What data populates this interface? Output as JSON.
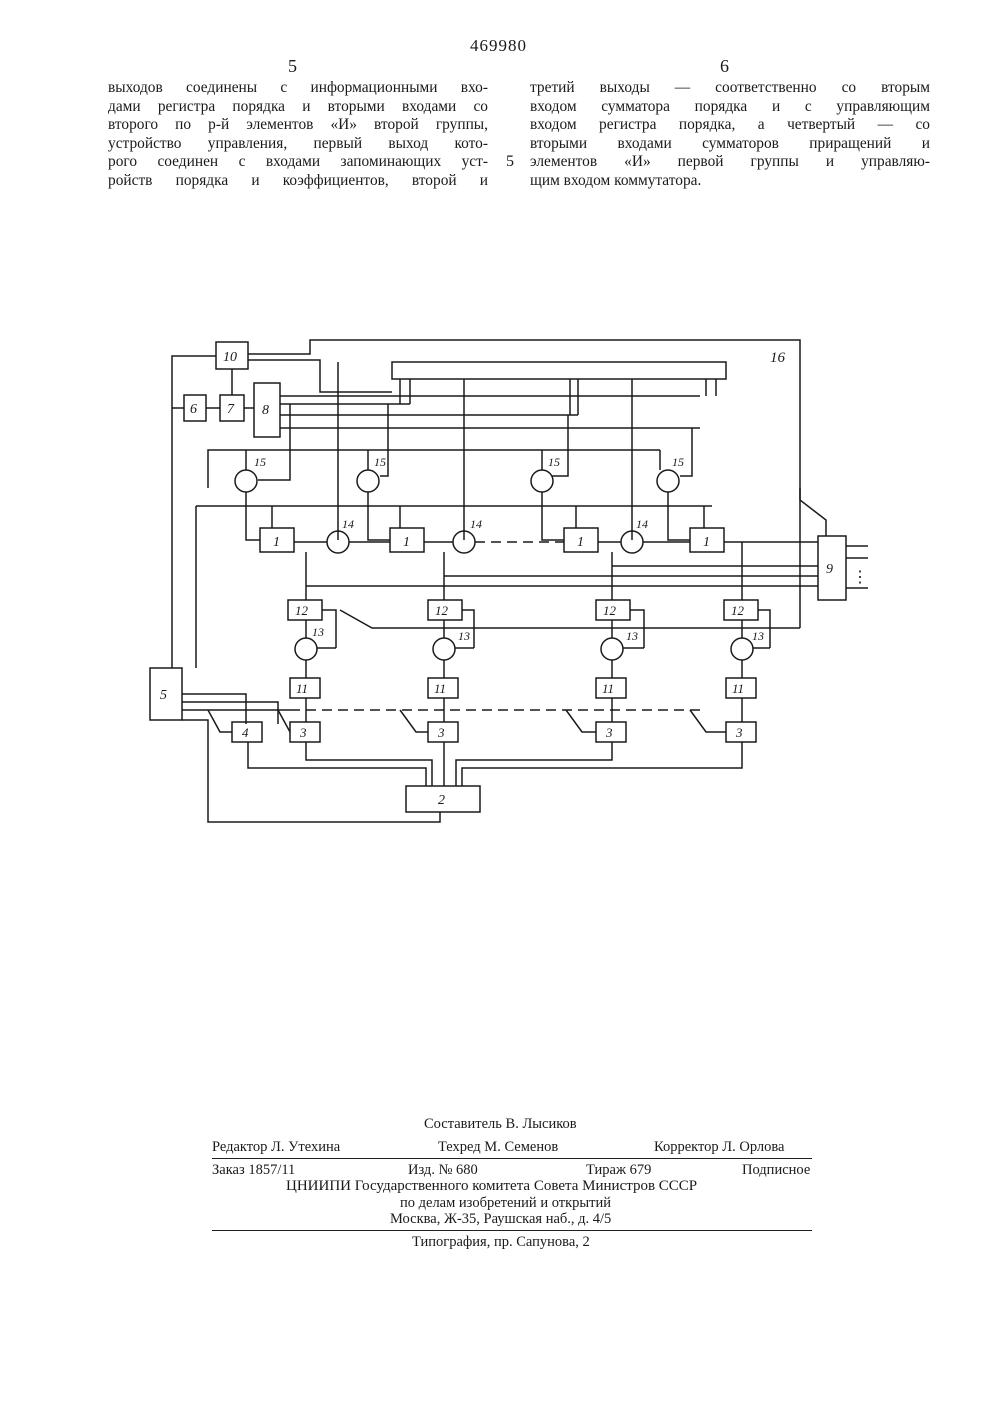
{
  "header": {
    "patent_number": "469980",
    "left_col_number": "5",
    "right_col_number": "6",
    "margin_line_number": "5"
  },
  "text": {
    "left_lines": [
      "выходов соединены с информационными вхо-",
      "дами регистра порядка и вторыми входами со",
      "второго по р-й элементов «И» второй группы,",
      "устройство управления, первый выход кото-",
      "рого соединен с входами запоминающих уст-",
      "ройств порядка и коэффициентов,  второй и"
    ],
    "right_lines": [
      "третий выходы — соответственно со вторым",
      "входом сумматора порядка и с управляющим",
      "входом регистра порядка, а четвертый — со",
      "вторыми входами сумматоров приращений и",
      "элементов «И» первой группы и управляю-",
      "щим входом коммутатора."
    ]
  },
  "diagram": {
    "labels": {
      "b10": "10",
      "b6": "6",
      "b7": "7",
      "b8": "8",
      "b9": "9",
      "b5": "5",
      "b4": "4",
      "b2": "2",
      "b1": "1",
      "b3": "3",
      "b11": "11",
      "b12": "12",
      "n13": "13",
      "n14": "14",
      "n15": "15",
      "n16": "16",
      "dots": "⋮"
    }
  },
  "imprint": {
    "compiler": "Составитель В. Лысиков",
    "editor": "Редактор  Л.  Утехина",
    "techred": "Техред  М.  Семенов",
    "corrector": "Корректор  Л.  Орлова",
    "order": "Заказ   1857/11",
    "edition": "Изд.  №  680",
    "circulation": "Тираж  679",
    "subscription": "Подписное",
    "org": "ЦНИИПИ  Государственного  комитета  Совета  Министров  СССР",
    "dept": "по делам изобретений и открытий",
    "address": "Москва,  Ж-35,  Раушская наб.,  д.  4/5",
    "printing": "Типография,  пр.  Сапунова,  2"
  }
}
